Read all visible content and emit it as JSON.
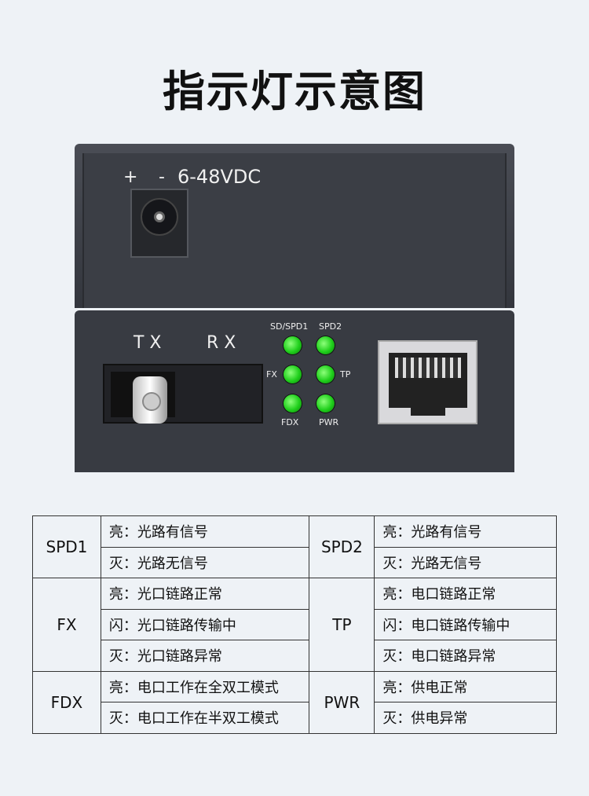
{
  "title": "指示灯示意图",
  "device": {
    "power_label_plus": "+",
    "power_label_minus": "-",
    "power_label": "6-48VDC",
    "tx": "T X",
    "rx": "R X",
    "leds": [
      "SD/SPD1",
      "SPD2",
      "FX",
      "TP",
      "FDX",
      "PWR"
    ],
    "led_color": "#1fcf1b"
  },
  "table": {
    "spd1": {
      "name": "SPD1",
      "rows": [
        "亮：光路有信号",
        "灭：光路无信号"
      ]
    },
    "spd2": {
      "name": "SPD2",
      "rows": [
        "亮：光路有信号",
        "灭：光路无信号"
      ]
    },
    "fx": {
      "name": "FX",
      "rows": [
        "亮：光口链路正常",
        "闪：光口链路传输中",
        "灭：光口链路异常"
      ]
    },
    "tp": {
      "name": "TP",
      "rows": [
        "亮：电口链路正常",
        "闪：电口链路传输中",
        "灭：电口链路异常"
      ]
    },
    "fdx": {
      "name": "FDX",
      "rows": [
        "亮：电口工作在全双工模式",
        "灭：电口工作在半双工模式"
      ]
    },
    "pwr": {
      "name": "PWR",
      "rows": [
        "亮：供电正常",
        "灭：供电异常"
      ]
    }
  }
}
